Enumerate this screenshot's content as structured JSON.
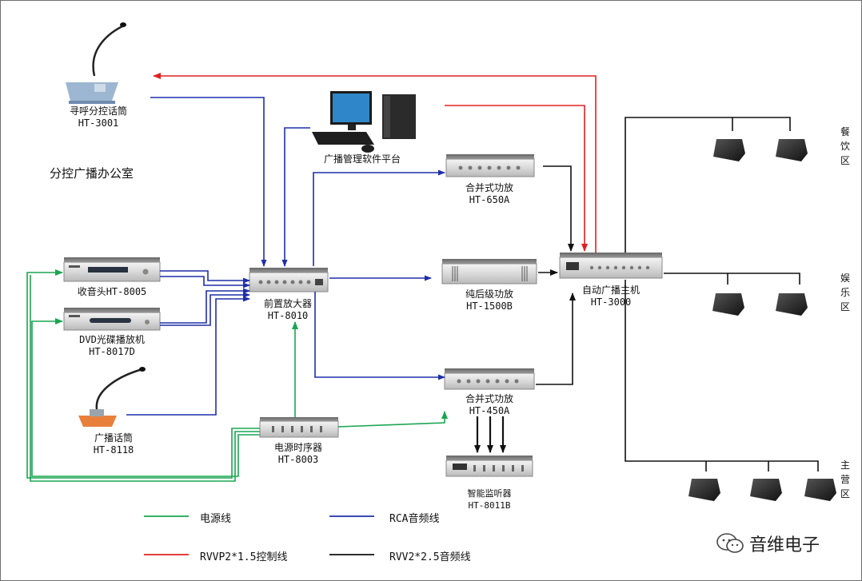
{
  "office_label": "分控广播办公室",
  "devices": {
    "paging_mic": {
      "name": "寻呼分控话筒",
      "model": "HT-3001"
    },
    "software": {
      "name": "广播管理软件平台"
    },
    "tuner": {
      "name": "收音头HT-8005"
    },
    "dvd": {
      "name": "DVD光碟播放机",
      "model": "HT-8017D"
    },
    "broadcast_mic": {
      "name": "广播话筒",
      "model": "HT-8118"
    },
    "preamp": {
      "name": "前置放大器",
      "model": "HT-8010"
    },
    "sequencer": {
      "name": "电源时序器",
      "model": "HT-8003"
    },
    "amp_650": {
      "name": "合并式功放",
      "model": "HT-650A"
    },
    "amp_1500": {
      "name": "纯后级功放",
      "model": "HT-1500B"
    },
    "amp_450": {
      "name": "合并式功放",
      "model": "HT-450A"
    },
    "monitor": {
      "name": "智能监听器",
      "model": "HT-8011B"
    },
    "host": {
      "name": "自动广播主机",
      "model": "HT-3000"
    }
  },
  "zones": {
    "dining": "餐饮区",
    "entertainment": "娱乐区",
    "main": "主营区"
  },
  "legend": [
    {
      "label": "电源线",
      "color": "#1aa550"
    },
    {
      "label": "RCA音频线",
      "color": "#1f2fa8"
    },
    {
      "label": "RVVP2*1.5控制线",
      "color": "#e02020"
    },
    {
      "label": "RVV2*2.5音频线",
      "color": "#111111"
    }
  ],
  "watermark": "音维电子",
  "colors": {
    "power": "#1aa550",
    "rca": "#1f2fa8",
    "control": "#e02020",
    "audio": "#111111"
  }
}
